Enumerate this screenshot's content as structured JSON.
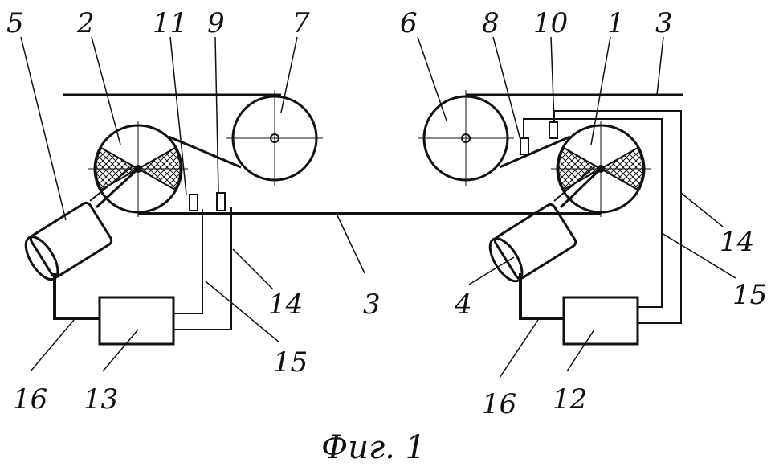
{
  "figure": {
    "caption": "Фиг. 1",
    "labels": {
      "n5": "5",
      "n2": "2",
      "n11": "11",
      "n9": "9",
      "n7": "7",
      "n6": "6",
      "n8": "8",
      "n10": "10",
      "n1": "1",
      "n3_top": "3",
      "n14_right": "14",
      "n15_right": "15",
      "n14_left": "14",
      "n3_mid": "3",
      "n4": "4",
      "n15_left": "15",
      "n16_left": "16",
      "n13": "13",
      "n16_right": "16",
      "n12": "12"
    }
  }
}
